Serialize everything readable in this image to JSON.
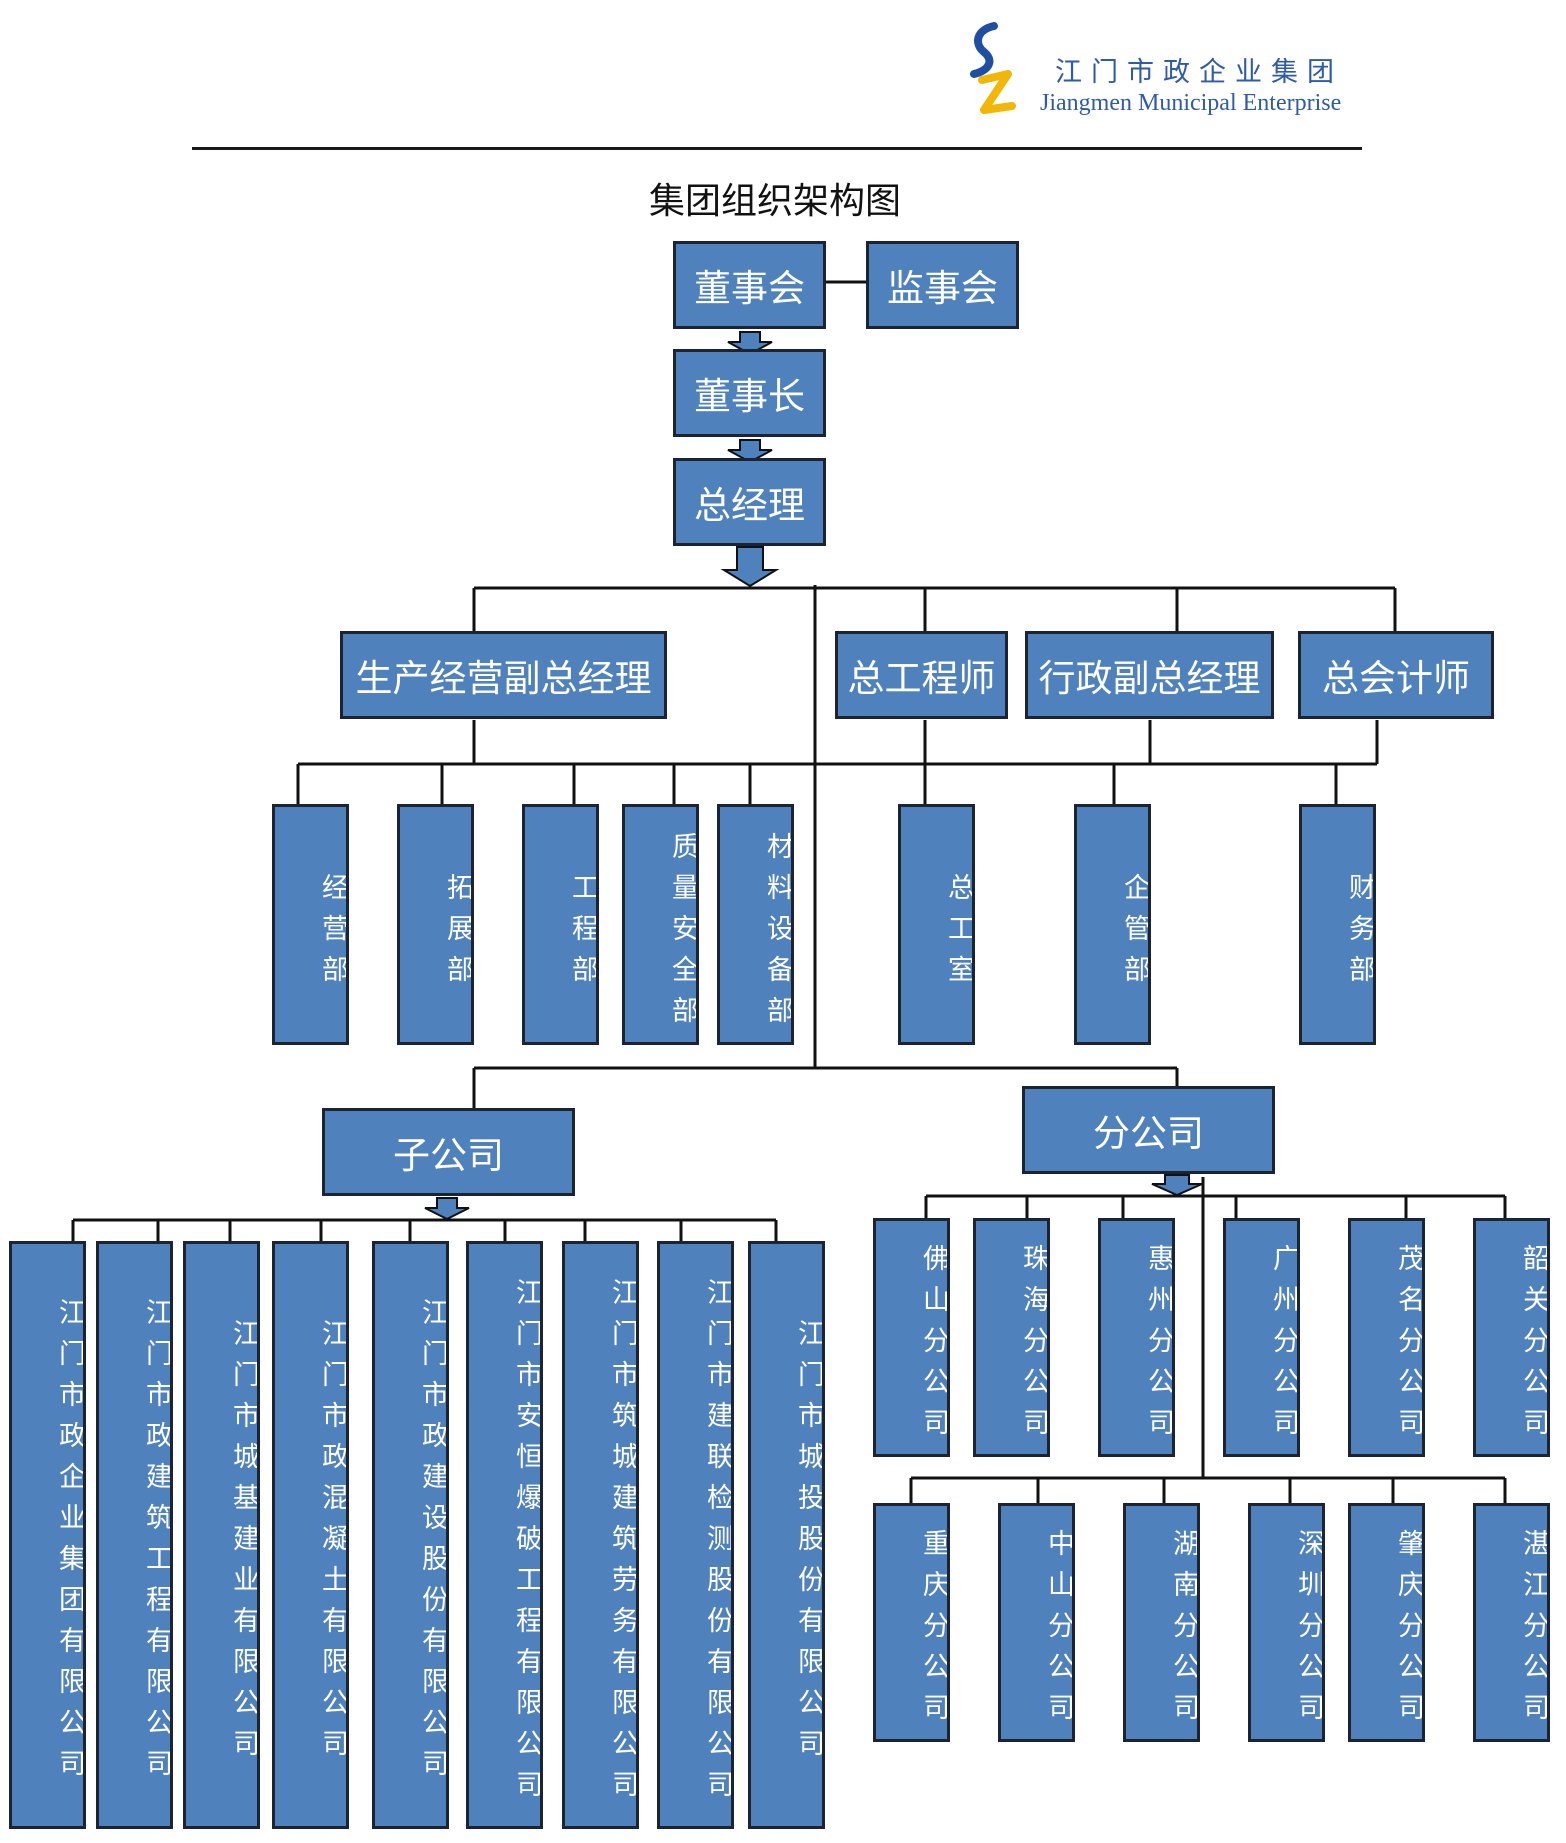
{
  "logo": {
    "name_cn": "江门市政企业集团",
    "name_en": "Jiangmen Municipal Enterprise",
    "colors": {
      "blue": "#1f4ea3",
      "yellow": "#f2b705"
    }
  },
  "title": "集团组织架构图",
  "colors": {
    "box_fill": "#4f81bd",
    "box_border": "#1b2430",
    "box_text": "#ffffff",
    "line": "#111111"
  },
  "top": {
    "board": "董事会",
    "supervisory_board": "监事会",
    "chairman": "董事长",
    "general_manager": "总经理"
  },
  "executives": [
    {
      "title": "生产经营副总经理",
      "departments": [
        "经营部",
        "拓展部",
        "工程部",
        "质量安全部",
        "材料设备部"
      ]
    },
    {
      "title": "总工程师",
      "departments": [
        "总工室"
      ]
    },
    {
      "title": "行政副总经理",
      "departments": [
        "企管部"
      ]
    },
    {
      "title": "总会计师",
      "departments": [
        "财务部"
      ]
    }
  ],
  "subsidiaries": {
    "label": "子公司",
    "items": [
      "江门市政企业集团有限公司",
      "江门市政建筑工程有限公司",
      "江门市城基建业有限公司",
      "江门市政混凝土有限公司",
      "江门市政建设股份有限公司",
      "江门市安恒爆破工程有限公司",
      "江门市筑城建筑劳务有限公司",
      "江门市建联检测股份有限公司",
      "江门市城投股份有限公司"
    ]
  },
  "branches": {
    "label": "分公司",
    "row1": [
      "佛山分公司",
      "珠海分公司",
      "惠州分公司",
      "广州分公司",
      "茂名分公司",
      "韶关分公司"
    ],
    "row2": [
      "重庆分公司",
      "中山分公司",
      "湖南分公司",
      "深圳分公司",
      "肇庆分公司",
      "湛江分公司"
    ]
  }
}
